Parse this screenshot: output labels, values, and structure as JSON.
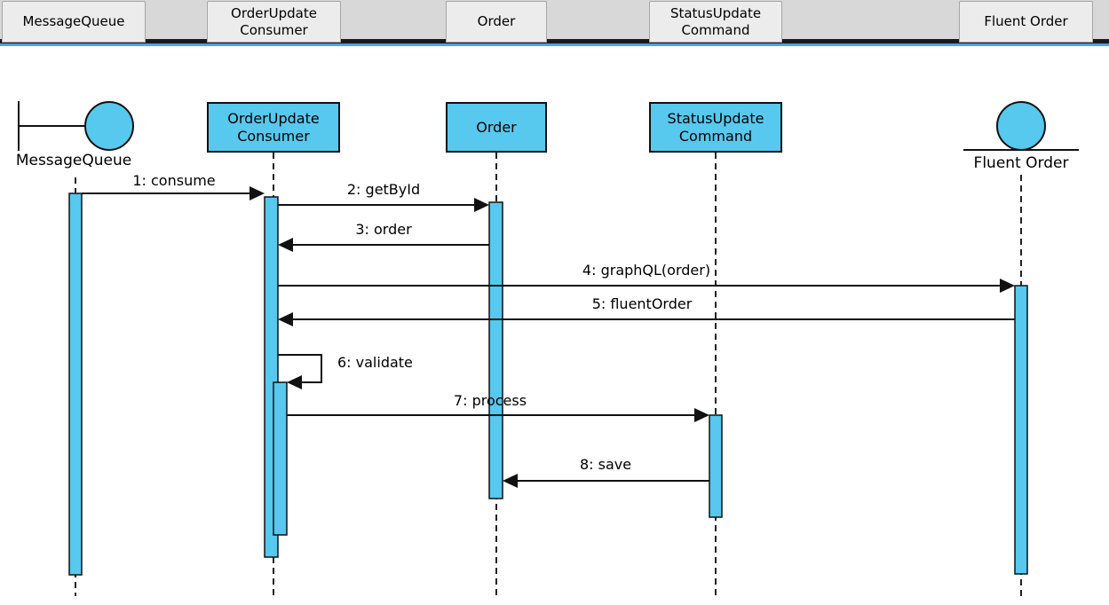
{
  "tab_bar": {
    "tabs": [
      {
        "label": "MessageQueue"
      },
      {
        "label": "OrderUpdate\nConsumer"
      },
      {
        "label": "Order"
      },
      {
        "label": "StatusUpdate\nCommand"
      },
      {
        "label": "Fluent Order"
      }
    ]
  },
  "diagram": {
    "participants": [
      {
        "id": "message-queue",
        "label": "MessageQueue",
        "kind": "boundary"
      },
      {
        "id": "order-update-consumer",
        "label": "OrderUpdate\nConsumer",
        "kind": "object"
      },
      {
        "id": "order",
        "label": "Order",
        "kind": "object"
      },
      {
        "id": "status-update-command",
        "label": "StatusUpdate\nCommand",
        "kind": "object"
      },
      {
        "id": "fluent-order",
        "label": "Fluent Order",
        "kind": "entity"
      }
    ],
    "messages": [
      {
        "label": "1: consume",
        "from": "message-queue",
        "to": "order-update-consumer"
      },
      {
        "label": "2: getById",
        "from": "order-update-consumer",
        "to": "order"
      },
      {
        "label": "3: order",
        "from": "order",
        "to": "order-update-consumer"
      },
      {
        "label": "4: graphQL(order)",
        "from": "order-update-consumer",
        "to": "fluent-order"
      },
      {
        "label": "5: fluentOrder",
        "from": "fluent-order",
        "to": "order-update-consumer"
      },
      {
        "label": "6: validate",
        "from": "order-update-consumer",
        "to": "order-update-consumer",
        "self": true
      },
      {
        "label": "7: process",
        "from": "order-update-consumer",
        "to": "status-update-command"
      },
      {
        "label": "8: save",
        "from": "status-update-command",
        "to": "order"
      }
    ]
  },
  "colors": {
    "shape_fill": "#57c8ee",
    "shape_stroke": "#111111",
    "tab_fill": "#ececec",
    "tabbar_background": "#d8d8d8",
    "tabbar_dark_strip": "#171a20",
    "accent_blue_line": "#4ba2e8"
  }
}
